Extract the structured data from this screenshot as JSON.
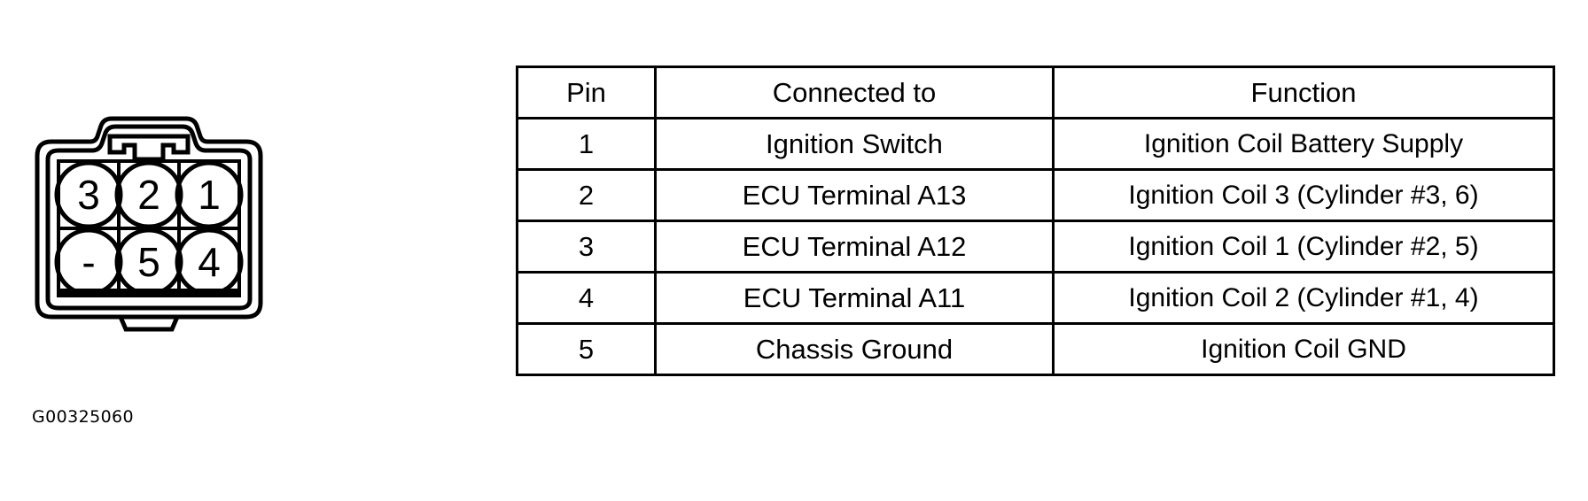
{
  "figure": {
    "code": "G00325060"
  },
  "connector": {
    "name": "ignition-coil-connector",
    "pin_rows": [
      [
        "3",
        "2",
        "1"
      ],
      [
        "-",
        "5",
        "4"
      ]
    ]
  },
  "table": {
    "headers": [
      "Pin",
      "Connected to",
      "Function"
    ],
    "rows": [
      {
        "pin": "1",
        "connected_to": "Ignition Switch",
        "function": "Ignition Coil Battery Supply"
      },
      {
        "pin": "2",
        "connected_to": "ECU Terminal A13",
        "function": "Ignition Coil 3 (Cylinder #3, 6)"
      },
      {
        "pin": "3",
        "connected_to": "ECU Terminal A12",
        "function": "Ignition Coil 1 (Cylinder #2, 5)"
      },
      {
        "pin": "4",
        "connected_to": "ECU Terminal A11",
        "function": "Ignition Coil 2 (Cylinder #1, 4)"
      },
      {
        "pin": "5",
        "connected_to": "Chassis Ground",
        "function": "Ignition Coil GND"
      }
    ]
  },
  "colors": {
    "ink": "#000000",
    "paper": "#ffffff"
  }
}
